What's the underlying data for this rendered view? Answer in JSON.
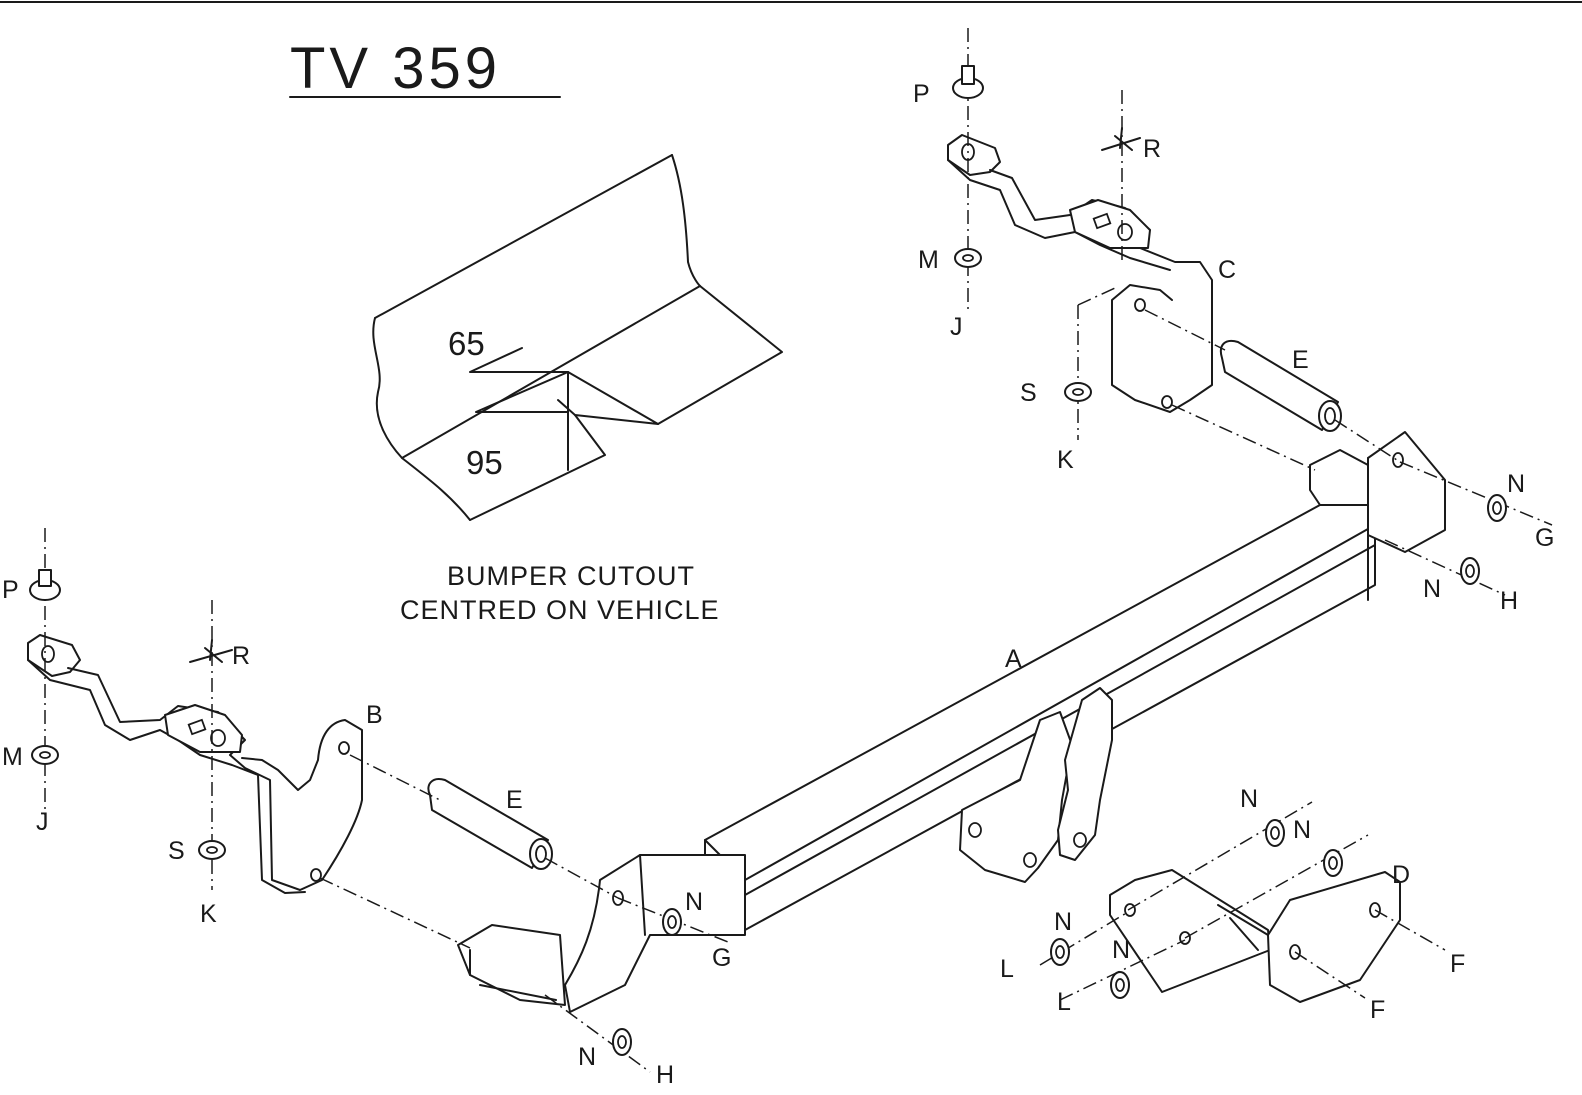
{
  "title": "TV 359",
  "caption": {
    "line1": "BUMPER CUTOUT",
    "line2": "CENTRED ON VEHICLE"
  },
  "dimensions": {
    "width": "65",
    "depth": "95"
  },
  "labels": {
    "A": "A",
    "B": "B",
    "C": "C",
    "D": "D",
    "E": "E",
    "F": "F",
    "G": "G",
    "H": "H",
    "J": "J",
    "K": "K",
    "L": "L",
    "M": "M",
    "N": "N",
    "P": "P",
    "R": "R",
    "S": "S"
  }
}
